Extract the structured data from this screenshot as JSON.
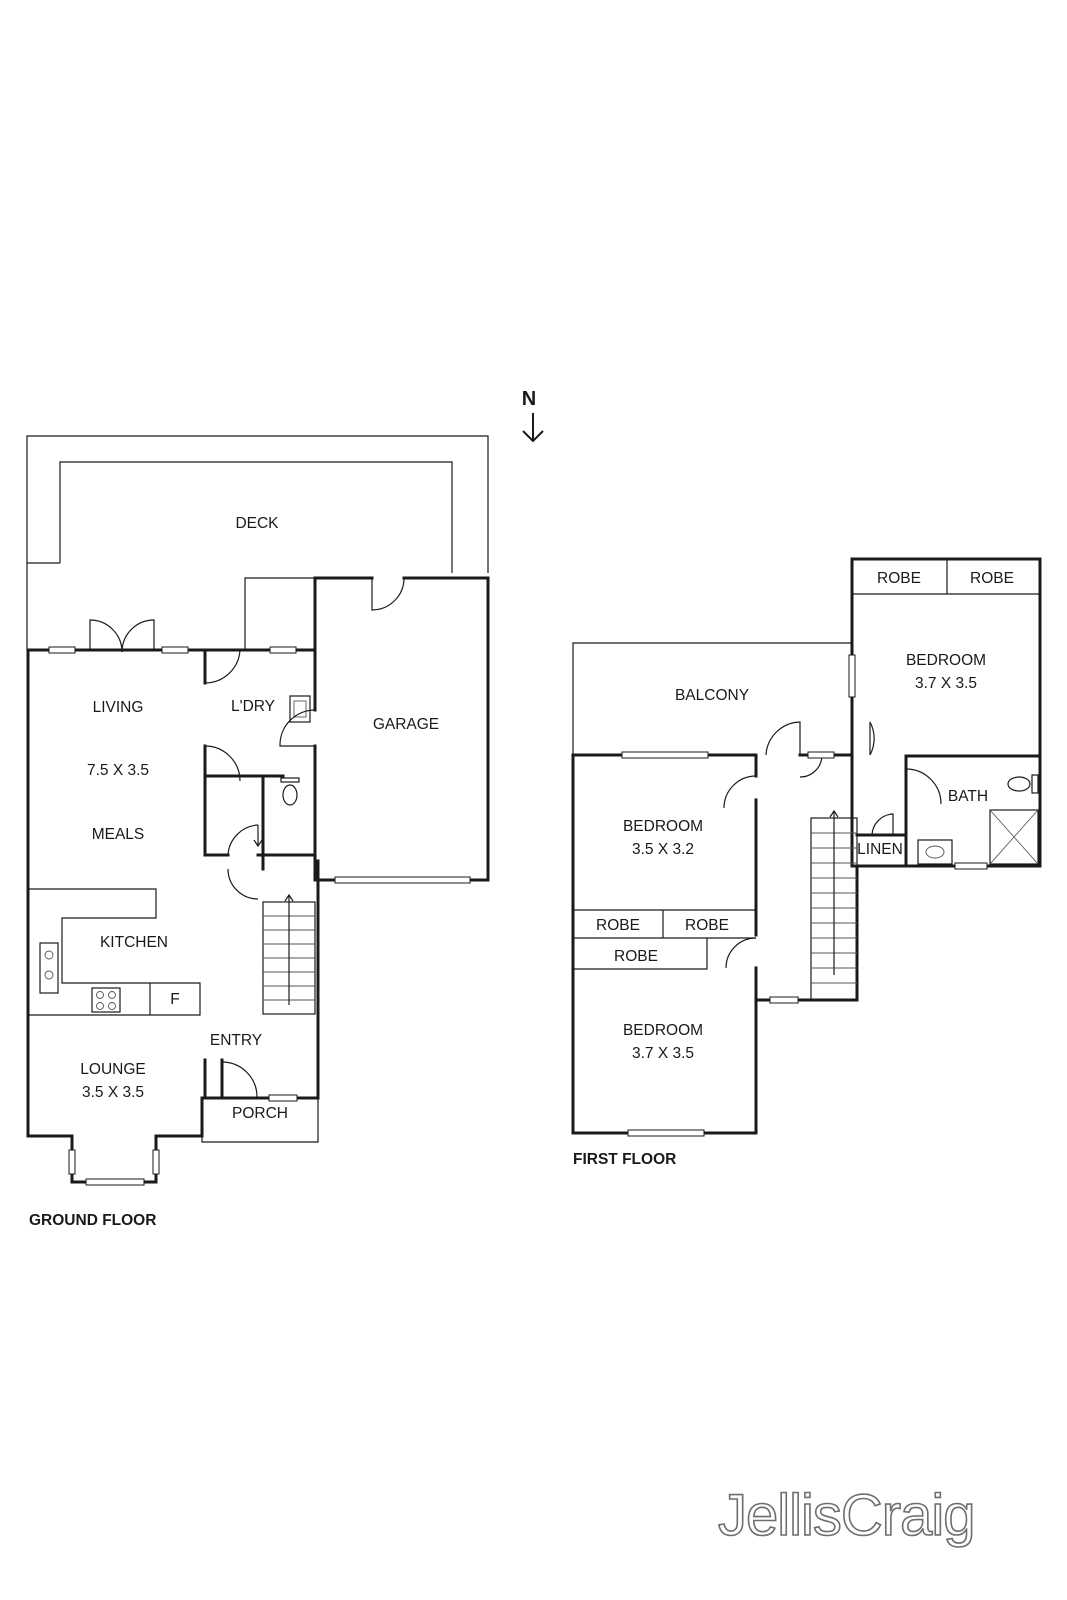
{
  "north": {
    "label": "N"
  },
  "ground_floor": {
    "title": "GROUND FLOOR",
    "rooms": {
      "deck": "DECK",
      "living": "LIVING",
      "living_dims": "7.5 X 3.5",
      "meals": "MEALS",
      "laundry": "L'DRY",
      "garage": "GARAGE",
      "kitchen": "KITCHEN",
      "fridge": "F",
      "entry": "ENTRY",
      "lounge": "LOUNGE",
      "lounge_dims": "3.5 X 3.5",
      "porch": "PORCH"
    }
  },
  "first_floor": {
    "title": "FIRST FLOOR",
    "rooms": {
      "balcony": "BALCONY",
      "robe_1": "ROBE",
      "robe_2": "ROBE",
      "bedroom_1": "BEDROOM",
      "bedroom_1_dims": "3.7 X 3.5",
      "bath": "BATH",
      "linen": "LINEN",
      "bedroom_2": "BEDROOM",
      "bedroom_2_dims": "3.5 X 3.2",
      "robe_3": "ROBE",
      "robe_4": "ROBE",
      "robe_5": "ROBE",
      "bedroom_3": "BEDROOM",
      "bedroom_3_dims": "3.7 X 3.5"
    }
  },
  "brand": {
    "name": "JellisCraig"
  }
}
